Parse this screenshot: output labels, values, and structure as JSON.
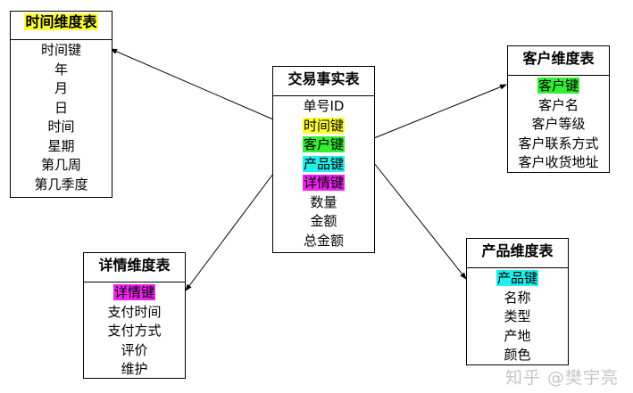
{
  "colors": {
    "time_key": "#ffff33",
    "customer_key": "#33ee33",
    "product_key": "#22eeee",
    "detail_key": "#ee22ee"
  },
  "tables": {
    "fact": {
      "title": "交易事实表",
      "fields": [
        {
          "label": "单号ID",
          "highlight": ""
        },
        {
          "label": "时间键",
          "highlight": "time_key"
        },
        {
          "label": "客户键",
          "highlight": "customer_key"
        },
        {
          "label": "产品键",
          "highlight": "product_key"
        },
        {
          "label": "详情键",
          "highlight": "detail_key"
        },
        {
          "label": "数量",
          "highlight": ""
        },
        {
          "label": "金额",
          "highlight": ""
        },
        {
          "label": "总金额",
          "highlight": ""
        }
      ]
    },
    "time": {
      "title": "时间维度表",
      "title_highlight": "time_key",
      "fields": [
        {
          "label": "时间键",
          "highlight": ""
        },
        {
          "label": "年",
          "highlight": ""
        },
        {
          "label": "月",
          "highlight": ""
        },
        {
          "label": "日",
          "highlight": ""
        },
        {
          "label": "时间",
          "highlight": ""
        },
        {
          "label": "星期",
          "highlight": ""
        },
        {
          "label": "第几周",
          "highlight": ""
        },
        {
          "label": "第几季度",
          "highlight": ""
        }
      ]
    },
    "customer": {
      "title": "客户维度表",
      "title_highlight": "",
      "fields": [
        {
          "label": "客户键",
          "highlight": "customer_key"
        },
        {
          "label": "客户名",
          "highlight": ""
        },
        {
          "label": "客户等级",
          "highlight": ""
        },
        {
          "label": "客户联系方式",
          "highlight": ""
        },
        {
          "label": "客户收货地址",
          "highlight": ""
        }
      ]
    },
    "detail": {
      "title": "详情维度表",
      "title_highlight": "",
      "fields": [
        {
          "label": "详情键",
          "highlight": "detail_key"
        },
        {
          "label": "支付时间",
          "highlight": ""
        },
        {
          "label": "支付方式",
          "highlight": ""
        },
        {
          "label": "评价",
          "highlight": ""
        },
        {
          "label": "维护",
          "highlight": ""
        }
      ]
    },
    "product": {
      "title": "产品维度表",
      "title_highlight": "",
      "fields": [
        {
          "label": "产品键",
          "highlight": "product_key"
        },
        {
          "label": "名称",
          "highlight": ""
        },
        {
          "label": "类型",
          "highlight": ""
        },
        {
          "label": "产地",
          "highlight": ""
        },
        {
          "label": "颜色",
          "highlight": ""
        }
      ]
    }
  },
  "watermark": "知乎 @樊宇亮"
}
